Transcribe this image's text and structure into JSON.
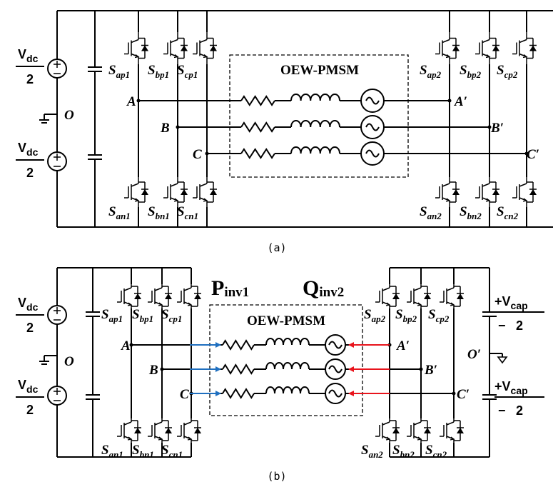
{
  "panel_a": {
    "motor_label": "OEW-PMSM",
    "caption": "(a)",
    "vdc_label": "V",
    "vdc_sub": "dc",
    "vdc_denominator": "2",
    "midpoint_label": "O",
    "left_nodes": [
      "A",
      "B",
      "C"
    ],
    "right_nodes": [
      "A′",
      "B′",
      "C′"
    ],
    "left_upper_switches": [
      {
        "main": "S",
        "sub": "ap1"
      },
      {
        "main": "S",
        "sub": "bp1"
      },
      {
        "main": "S",
        "sub": "cp1"
      }
    ],
    "left_lower_switches": [
      {
        "main": "S",
        "sub": "an1"
      },
      {
        "main": "S",
        "sub": "bn1"
      },
      {
        "main": "S",
        "sub": "cn1"
      }
    ],
    "right_upper_switches": [
      {
        "main": "S",
        "sub": "ap2"
      },
      {
        "main": "S",
        "sub": "bp2"
      },
      {
        "main": "S",
        "sub": "cp2"
      }
    ],
    "right_lower_switches": [
      {
        "main": "S",
        "sub": "an2"
      },
      {
        "main": "S",
        "sub": "bn2"
      },
      {
        "main": "S",
        "sub": "cn2"
      }
    ]
  },
  "panel_b": {
    "motor_label": "OEW-PMSM",
    "caption": "(b)",
    "p_main": "P",
    "p_sub": "inv1",
    "q_main": "Q",
    "q_sub": "inv2",
    "vcap_plus": "+V",
    "vcap_sub": "cap",
    "vcap_minus": "−",
    "vcap_denominator": "2",
    "right_midpoint_label": "O′",
    "vdc_label": "V",
    "vdc_sub": "dc",
    "vdc_denominator": "2",
    "midpoint_label": "O",
    "left_nodes": [
      "A",
      "B",
      "C"
    ],
    "right_nodes": [
      "A′",
      "B′",
      "C′"
    ],
    "left_upper_switches": [
      {
        "main": "S",
        "sub": "ap1"
      },
      {
        "main": "S",
        "sub": "bp1"
      },
      {
        "main": "S",
        "sub": "cp1"
      }
    ],
    "left_lower_switches": [
      {
        "main": "S",
        "sub": "an1"
      },
      {
        "main": "S",
        "sub": "bn1"
      },
      {
        "main": "S",
        "sub": "cn1"
      }
    ],
    "right_upper_switches": [
      {
        "main": "S",
        "sub": "ap2"
      },
      {
        "main": "S",
        "sub": "bp2"
      },
      {
        "main": "S",
        "sub": "cp2"
      }
    ],
    "right_lower_switches": [
      {
        "main": "S",
        "sub": "an2"
      },
      {
        "main": "S",
        "sub": "bn2"
      },
      {
        "main": "S",
        "sub": "cn2"
      }
    ]
  },
  "colors": {
    "p_color": "#1f6fbf",
    "q_color": "#e8141c",
    "wire": "#000000"
  }
}
